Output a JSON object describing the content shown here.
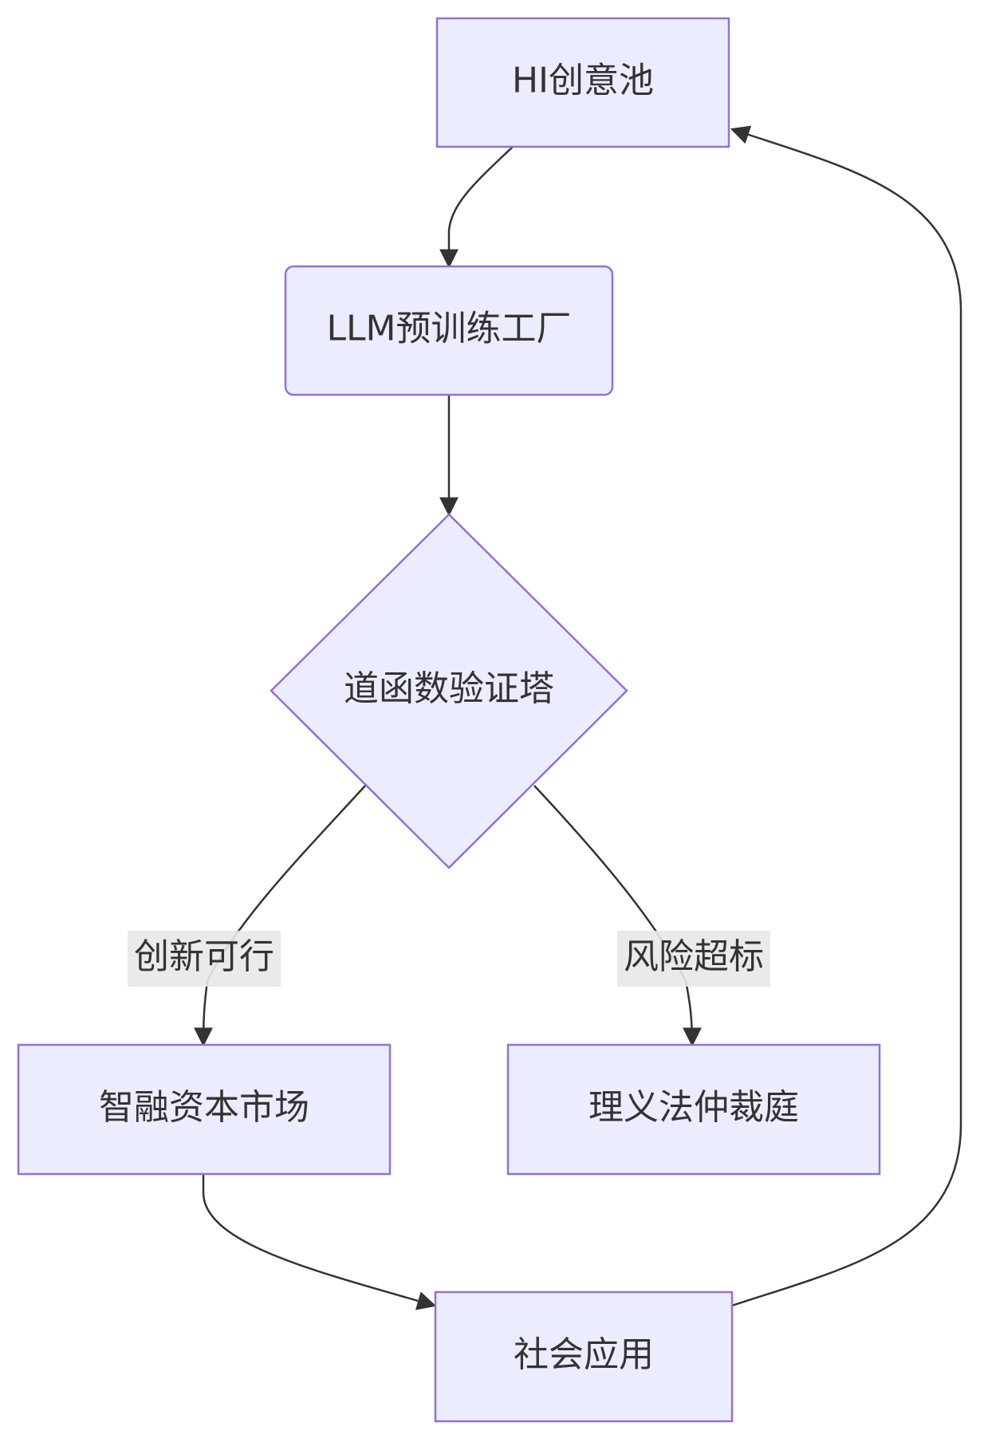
{
  "colors": {
    "node_fill": "#ECECFF",
    "node_stroke": "#9370DB",
    "edge_stroke": "#333333",
    "text": "#333333",
    "edge_label_bg": "#E8E8E8"
  },
  "nodes": {
    "hi_pool": "HI创意池",
    "llm_factory": "LLM预训练工厂",
    "dao_tower": "道函数验证塔",
    "capital_market": "智融资本市场",
    "court": "理义法仲裁庭",
    "social_app": "社会应用"
  },
  "edge_labels": {
    "feasible": "创新可行",
    "risk": "风险超标"
  }
}
